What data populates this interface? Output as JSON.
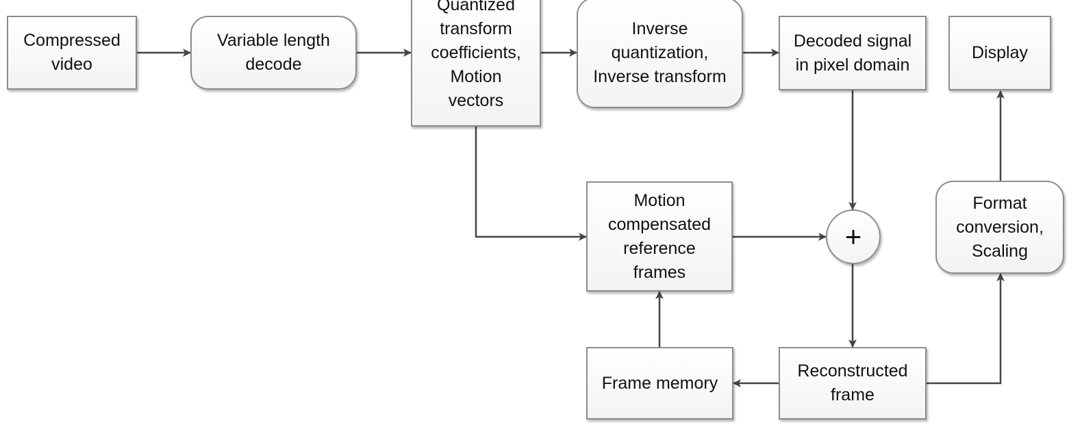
{
  "nodes": {
    "compressed_video": "Compressed\nvideo",
    "variable_length_decode": "Variable length\ndecode",
    "quantized_coefficients": "Quantized\ntransform\ncoefficients,\nMotion\nvectors",
    "inverse_quantization": "Inverse\nquantization,\nInverse transform",
    "decoded_signal": "Decoded signal\nin pixel domain",
    "display": "Display",
    "motion_compensated": "Motion\ncompensated\nreference\nframes",
    "adder": "+",
    "format_conversion": "Format\nconversion,\nScaling",
    "frame_memory": "Frame memory",
    "reconstructed_frame": "Reconstructed\nframe"
  },
  "colors": {
    "border": "#8c8c8c",
    "arrow": "#444444",
    "text": "#111111"
  }
}
